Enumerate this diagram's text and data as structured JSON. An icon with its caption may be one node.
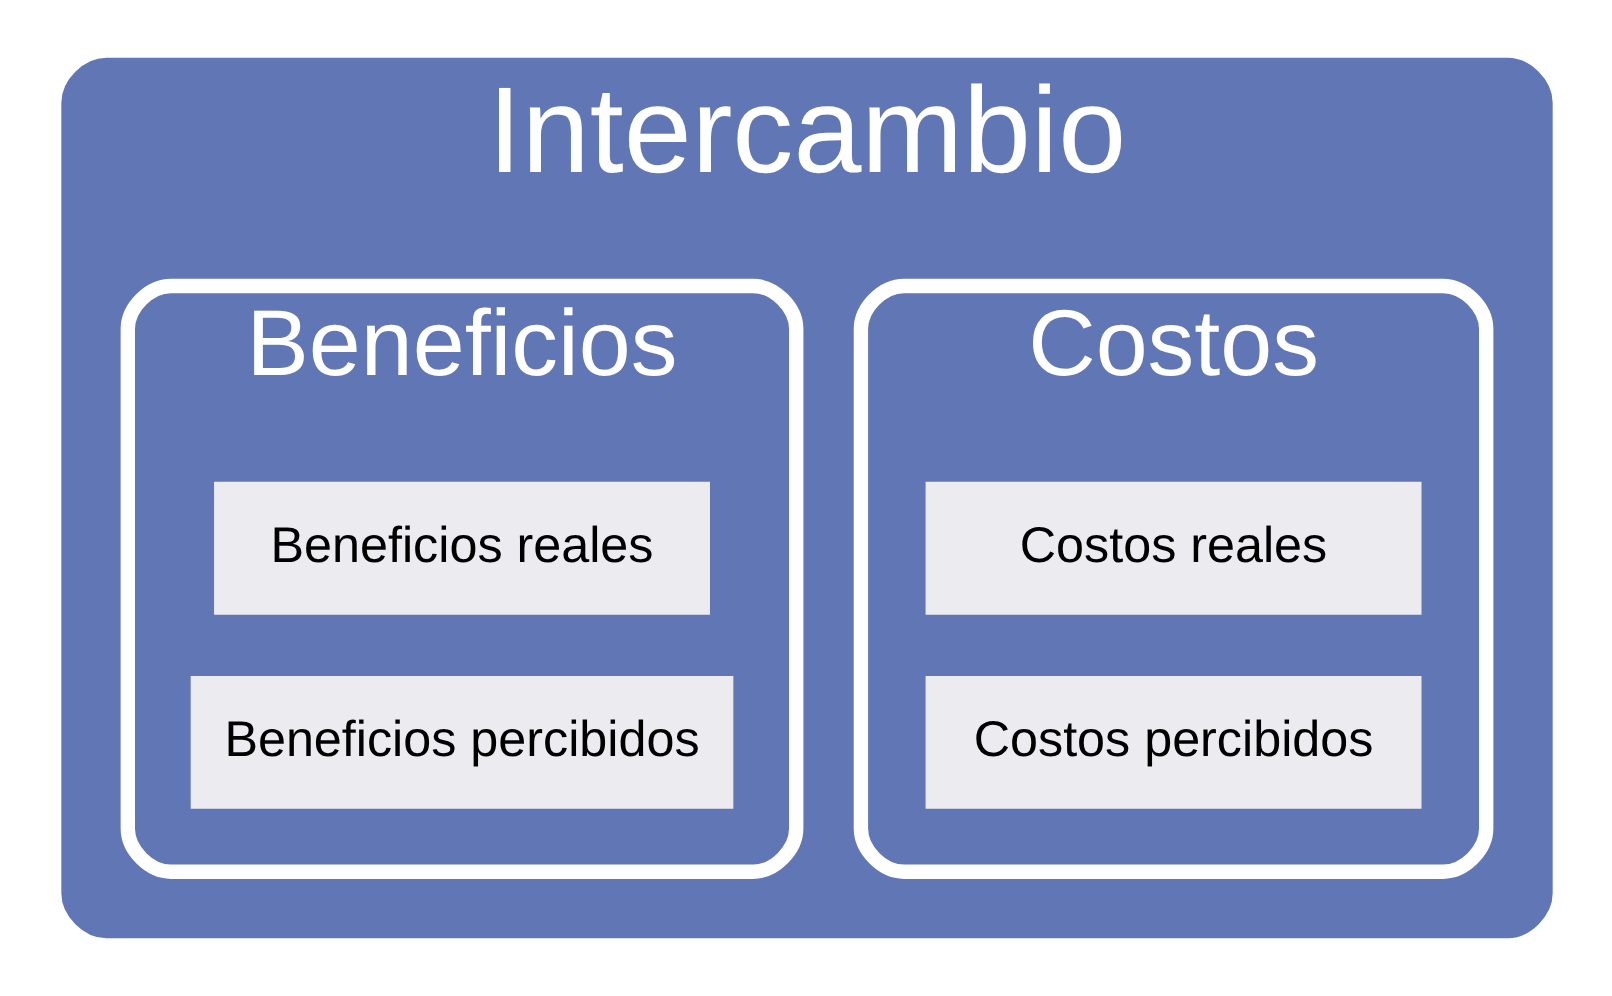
{
  "diagram": {
    "nodes": [
      {
        "text": [
          "Intercambio"
        ]
      },
      {
        "text": [
          "Costos"
        ],
        "in": 0
      },
      {
        "text": [
          "Costos reales"
        ],
        "in": 1
      },
      {
        "text": [
          "Costos percibidos"
        ],
        "in": 1
      },
      {
        "text": [
          "Beneficios"
        ],
        "in": 0
      },
      {
        "text": [
          "Beneficios reales"
        ],
        "in": 4
      },
      {
        "text": [
          "Beneficios percibidos"
        ],
        "in": 4
      }
    ]
  }
}
